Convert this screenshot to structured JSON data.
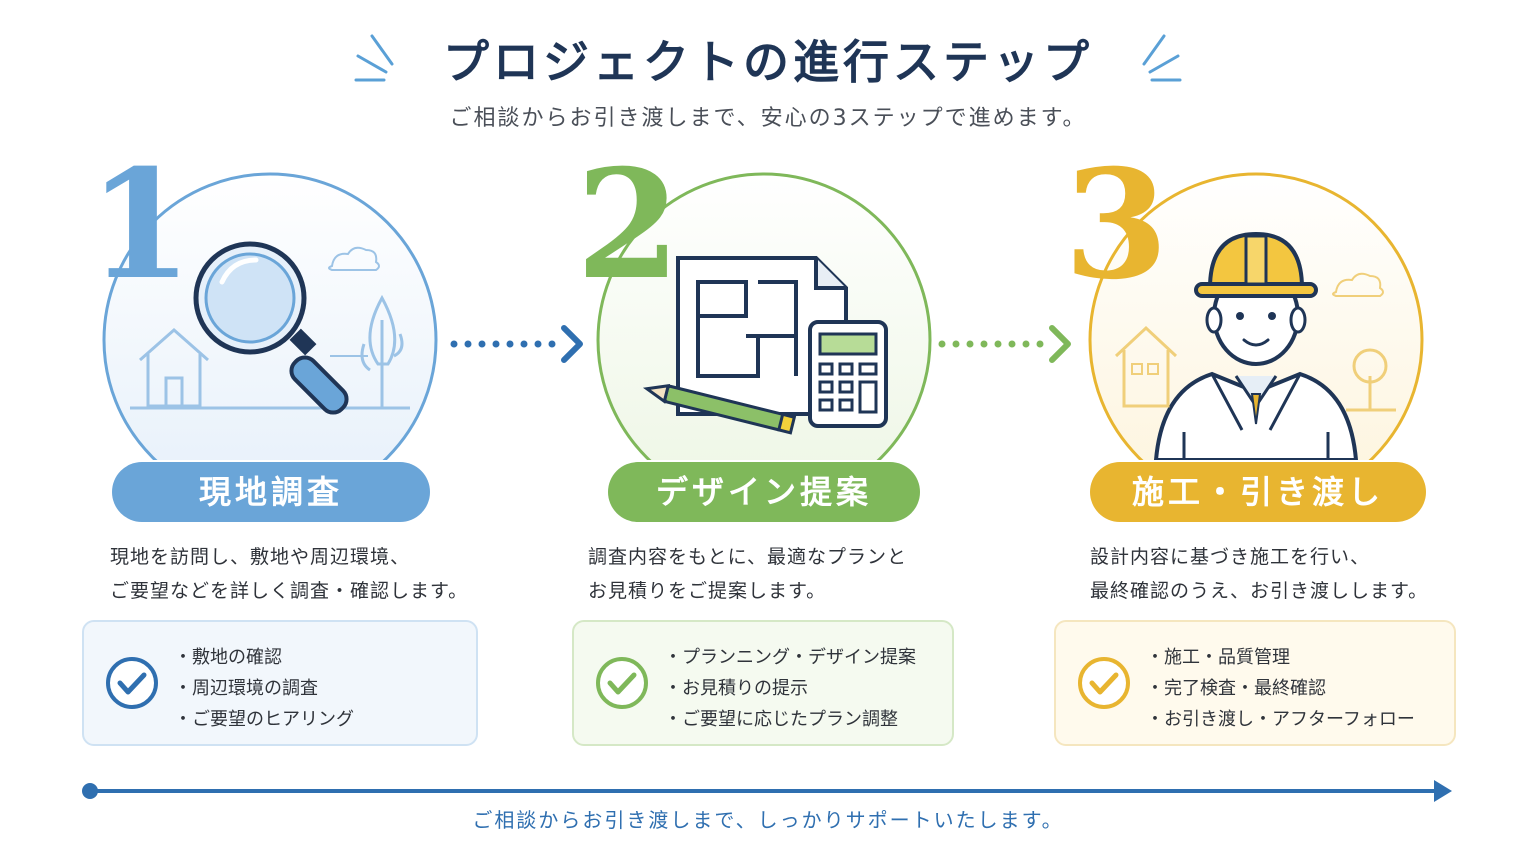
{
  "header": {
    "title": "プロジェクトの進行ステップ",
    "subtitle": "ご相談からお引き渡しまで、安心の3ステップで進めます。"
  },
  "colors": {
    "blue": "#6aa5d8",
    "green": "#7fb85a",
    "gold": "#e8b530",
    "navy": "#1f3556",
    "timeline": "#2f6fb0"
  },
  "steps": [
    {
      "number": "1",
      "label": "現地調査",
      "desc": [
        "現地を訪問し、敷地や周辺環境、",
        "ご要望などを詳しく調査・確認します。"
      ],
      "items": [
        "・敷地の確認",
        "・周辺環境の調査",
        "・ご要望のヒアリング"
      ],
      "icon": "magnifier-icon"
    },
    {
      "number": "2",
      "label": "デザイン提案",
      "desc": [
        "調査内容をもとに、最適なプランと",
        "お見積りをご提案します。"
      ],
      "items": [
        "・プランニング・デザイン提案",
        "・お見積りの提示",
        "・ご要望に応じたプラン調整"
      ],
      "icon": "blueprint-calculator-icon"
    },
    {
      "number": "3",
      "label": "施工・引き渡し",
      "desc": [
        "設計内容に基づき施工を行い、",
        "最終確認のうえ、お引き渡しします。"
      ],
      "items": [
        "・施工・品質管理",
        "・完了検査・最終確認",
        "・お引き渡し・アフターフォロー"
      ],
      "icon": "construction-worker-icon"
    }
  ],
  "footer": {
    "text": "ご相談からお引き渡しまで、しっかりサポートいたします。"
  }
}
